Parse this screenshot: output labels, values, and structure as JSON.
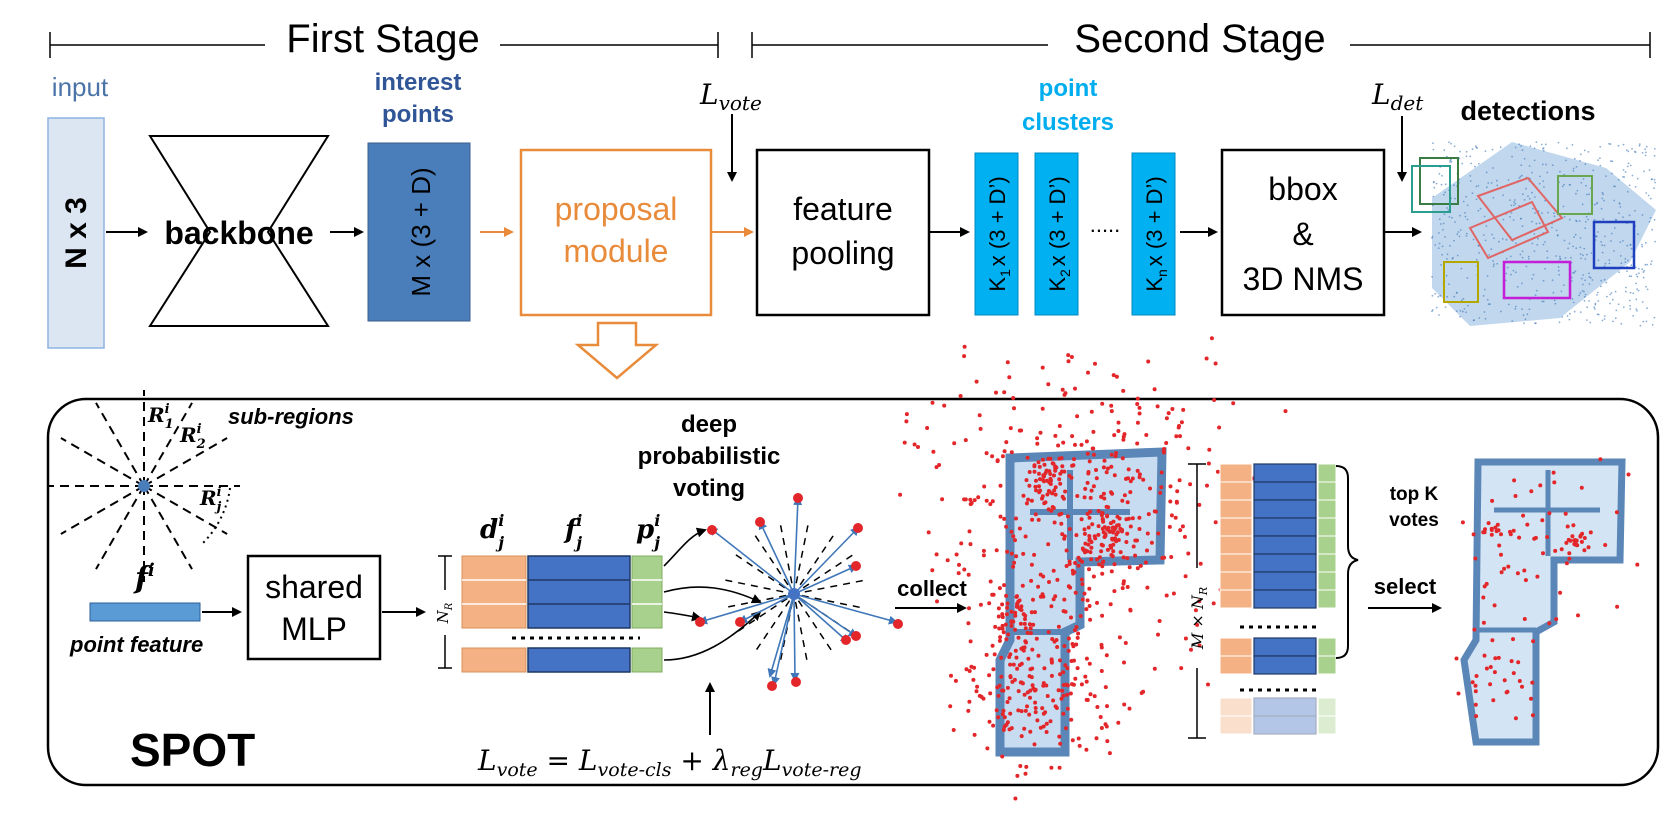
{
  "stages": {
    "first": "First Stage",
    "second": "Second Stage"
  },
  "top": {
    "input_label": "input",
    "input_box": "N x 3",
    "backbone": "backbone",
    "interest_label_1": "interest",
    "interest_label_2": "points",
    "interest_box": "M x (3 + D)",
    "loss_vote_main": "L",
    "loss_vote_sub": "vote",
    "proposal_1": "proposal",
    "proposal_2": "module",
    "pooling_1": "feature",
    "pooling_2": "pooling",
    "clusters_label_1": "point",
    "clusters_label_2": "clusters",
    "clusters": [
      {
        "k": "K",
        "sub": "1",
        "rest": "x (3 + D’)"
      },
      {
        "k": "K",
        "sub": "2",
        "rest": "x (3 + D’)"
      },
      {
        "k": "K",
        "sub": "n",
        "rest": "x (3 + D’)"
      }
    ],
    "cluster_dots": ".....",
    "bbox_1": "bbox",
    "bbox_2": "&",
    "bbox_3": "3D NMS",
    "loss_det_main": "L",
    "loss_det_sub": "det",
    "detections": "detections"
  },
  "bottom": {
    "r1": "R",
    "r1_sup": "i",
    "r1_sub": "1",
    "r2": "R",
    "r2_sup": "i",
    "r2_sub": "2",
    "rj": "R",
    "rj_sup": "i",
    "rj_sub": "j",
    "subregions": "sub-regions",
    "feat": "f",
    "feat_sup": "i",
    "point_feature": "point feature",
    "mlp_1": "shared",
    "mlp_2": "MLP",
    "nr_main": "N",
    "nr_sub": "R",
    "d": "d",
    "d_sup": "i",
    "d_sub": "j",
    "f": "f",
    "f_sup": "i",
    "f_sub": "j",
    "p": "p",
    "p_sup": "i",
    "p_sub": "j",
    "dpv_1": "deep",
    "dpv_2": "probabilistic",
    "dpv_3": "voting",
    "collect": "collect",
    "mxnr": "M × N",
    "mxnr_sub": "R",
    "topk_1": "top K",
    "topk_2": "votes",
    "select": "select",
    "spot": "SPOT",
    "eq": {
      "l1": "L",
      "s1": "vote",
      "eq": " = ",
      "l2": "L",
      "s2": "vote-cls",
      "plus": " + ",
      "lam": "λ",
      "s3": "reg",
      "l3": "L",
      "s4": "vote-reg"
    }
  },
  "colors": {
    "orange": "#e88b3a",
    "dark_blue": "#4472c4",
    "mid_blue": "#3f77b8",
    "cyan": "#00aeef",
    "light_blue_fill": "#dce6f2",
    "pale_orange": "#f4b183",
    "pale_green": "#a9d18e",
    "red_point": "#e3262a",
    "scan_blue": "#5b9bd5"
  }
}
